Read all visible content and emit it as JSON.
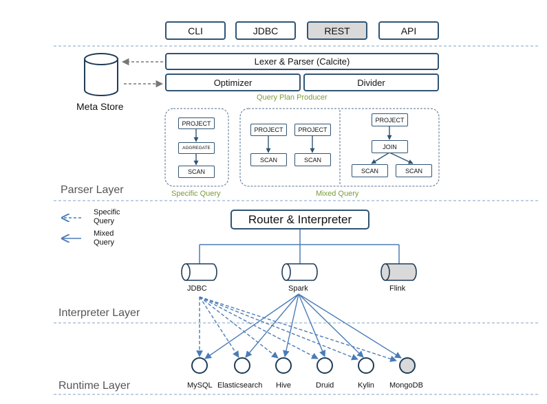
{
  "interfaces": {
    "cli": "CLI",
    "jdbc": "JDBC",
    "rest": "REST",
    "api": "API"
  },
  "parser": {
    "lexer": "Lexer & Parser (Calcite)",
    "optimizer": "Optimizer",
    "divider": "Divider",
    "plan_producer": "Query Plan Producer",
    "meta_store": "Meta Store"
  },
  "specific_query": {
    "label": "Specific Query",
    "project": "PROJECT",
    "aggregate": "AGGREGATE",
    "scan": "SCAN"
  },
  "mixed_query": {
    "label": "Mixed Query",
    "project_a": "PROJECT",
    "project_b": "PROJECT",
    "scan_a": "SCAN",
    "scan_b": "SCAN",
    "project_c": "PROJECT",
    "join": "JOIN",
    "scan_c": "SCAN",
    "scan_d": "SCAN"
  },
  "layers": {
    "parser": "Parser Layer",
    "interpreter": "Interpreter Layer",
    "runtime": "Runtime Layer"
  },
  "legend": {
    "specific_l1": "Specific",
    "specific_l2": "Query",
    "mixed_l1": "Mixed",
    "mixed_l2": "Query"
  },
  "router": "Router & Interpreter",
  "interpreters": {
    "jdbc": "JDBC",
    "spark": "Spark",
    "flink": "Flink"
  },
  "runtimes": {
    "mysql": "MySQL",
    "elasticsearch": "Elasticsearch",
    "hive": "Hive",
    "druid": "Druid",
    "kylin": "Kylin",
    "mongodb": "MongoDB"
  },
  "colors": {
    "box_border": "#2f5373",
    "arrow_blue": "#4a7bb7",
    "highlight_gray": "#d9d9d9",
    "annotation_green": "#7c9b3a",
    "layer_text": "#555555"
  }
}
